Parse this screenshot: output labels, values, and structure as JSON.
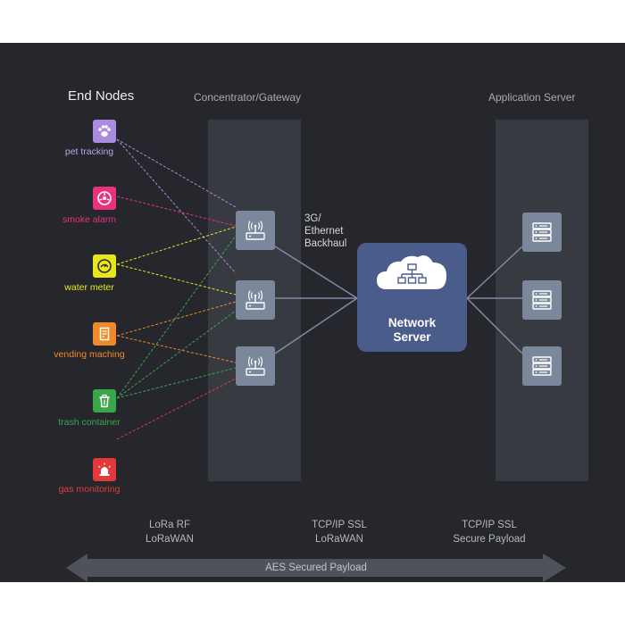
{
  "headers": {
    "end_nodes": "End Nodes",
    "gateway": "Concentrator/Gateway",
    "app_server": "Application Server"
  },
  "end_nodes": [
    {
      "label": "pet tracking",
      "color": "#a98be0",
      "icon": "paw-icon"
    },
    {
      "label": "smoke alarm",
      "color": "#e8327c",
      "icon": "smoke-alarm-icon"
    },
    {
      "label": "water meter",
      "color": "#e9e61f",
      "icon": "meter-icon"
    },
    {
      "label": "vending maching",
      "color": "#ef8a2a",
      "icon": "vending-machine-icon"
    },
    {
      "label": "trash container",
      "color": "#3aa64a",
      "icon": "trash-icon"
    },
    {
      "label": "gas monitoring",
      "color": "#e23a3a",
      "icon": "siren-icon"
    }
  ],
  "backhaul": [
    "3G/",
    "Ethernet",
    "Backhaul"
  ],
  "network_server": [
    "Network",
    "Server"
  ],
  "bottom": {
    "lora": [
      "LoRa RF",
      "LoRaWAN"
    ],
    "tcp1": [
      "TCP/IP SSL",
      "LoRaWAN"
    ],
    "tcp2": [
      "TCP/IP SSL",
      "Secure Payload"
    ],
    "arrow_label": "AES Secured Payload"
  },
  "colors": {
    "background": "#26272c",
    "band": "#383a41",
    "box": "#7b879b",
    "network_server": "#4a5c8a"
  }
}
